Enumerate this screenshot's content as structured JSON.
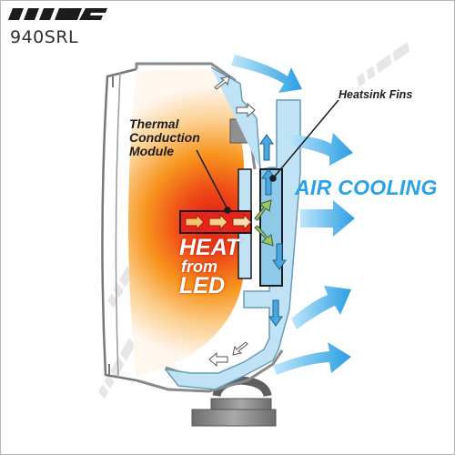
{
  "header": {
    "brand": "IPF",
    "model": "940SRL"
  },
  "labels": {
    "heatsink_fins": "Heatsink Fins",
    "thermal_module": [
      "Thermal",
      "Conduction",
      "Module"
    ],
    "air_cooling": "AIR COOLING",
    "heat_from_led": [
      "HEAT",
      "from",
      "LED"
    ]
  },
  "colors": {
    "air_blue": "#2aa3e6",
    "heatsink_blue": "#bfe3f5",
    "heat_red": "#e8231a",
    "heat_orange": "#f7941d",
    "housing_gray": "#8a8a8a"
  },
  "icons": {
    "logo": "ipf-logo",
    "watermark": "ipf-watermark",
    "heat_arrows": "arrow-right-icon",
    "air_arrows": "air-flow-arrow-icon"
  }
}
